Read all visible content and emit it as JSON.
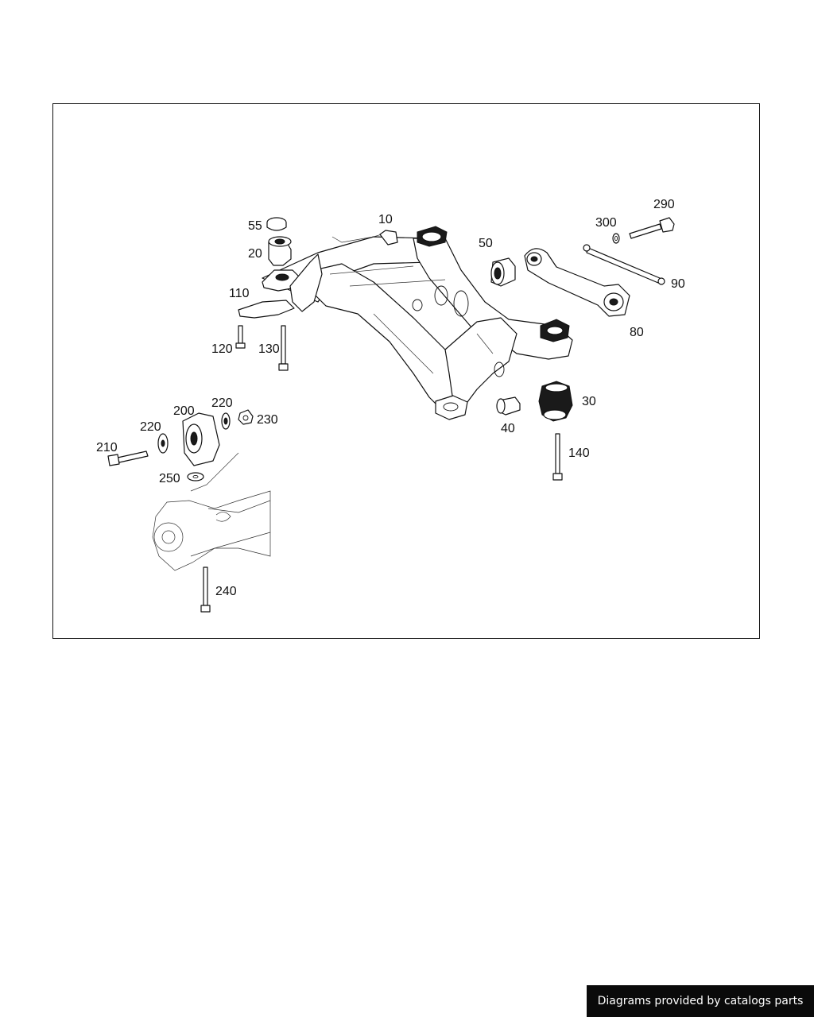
{
  "diagram": {
    "callouts": {
      "c10": "10",
      "c20": "20",
      "c30": "30",
      "c40": "40",
      "c50": "50",
      "c55": "55",
      "c80": "80",
      "c90": "90",
      "c110": "110",
      "c120": "120",
      "c130": "130",
      "c140": "140",
      "c200": "200",
      "c210": "210",
      "c220a": "220",
      "c220b": "220",
      "c230": "230",
      "c240": "240",
      "c250": "250",
      "c290": "290",
      "c300": "300"
    }
  },
  "footer": {
    "credit": "Diagrams provided by catalogs parts"
  }
}
